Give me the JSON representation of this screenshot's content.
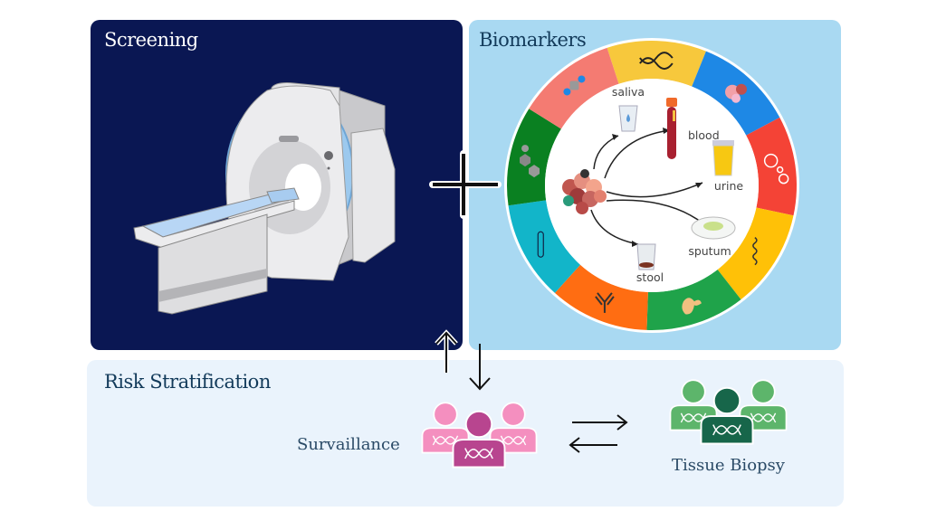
{
  "panels": {
    "screening": {
      "title": "Screening",
      "icon": "mri-scanner-icon"
    },
    "biomarkers": {
      "title": "Biomarkers",
      "sample_labels": [
        "saliva",
        "blood",
        "urine",
        "sputum",
        "stool"
      ],
      "ring_segments": [
        {
          "icon": "dna-icon",
          "color": "#f7c83c"
        },
        {
          "icon": "cells-icon",
          "color": "#1e88e5"
        },
        {
          "icon": "vesicles-icon",
          "color": "#f44336"
        },
        {
          "icon": "rna-icon",
          "color": "#ffc107"
        },
        {
          "icon": "microbe-icon",
          "color": "#1fa34a"
        },
        {
          "icon": "antibody-icon",
          "color": "#ff6d12"
        },
        {
          "icon": "oligo-icon",
          "color": "#12b5c9"
        },
        {
          "icon": "molecule-icon",
          "color": "#0a8021"
        },
        {
          "icon": "protein-icon",
          "color": "#f47b72"
        }
      ]
    },
    "risk": {
      "title": "Risk Stratification",
      "surveillance_label": "Survaillance",
      "biopsy_label": "Tissue Biopsy"
    }
  },
  "colors": {
    "screening_bg": "#0a1753",
    "biomarkers_bg": "#a9d9f2",
    "risk_bg": "#eaf3fc",
    "surveillance_light": "#f48fbf",
    "surveillance_dark": "#b8458f",
    "biopsy_light": "#5db56b",
    "biopsy_dark": "#17664a"
  }
}
